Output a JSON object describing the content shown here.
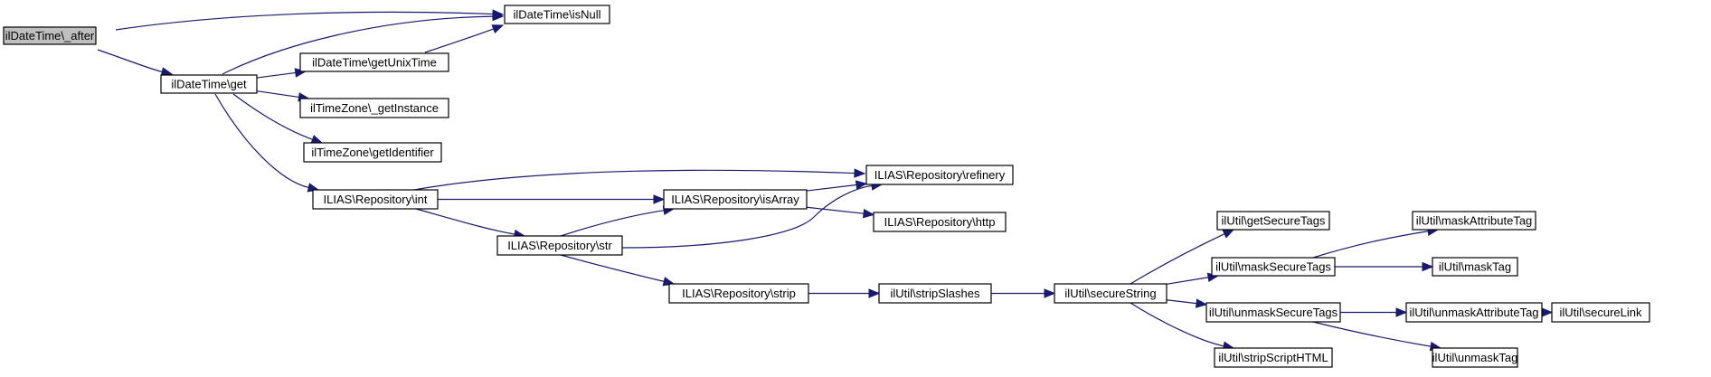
{
  "diagram": {
    "type": "call-graph",
    "edge_color": "#191970",
    "root_fill": "#bfbfbf",
    "node_fill": "#ffffff",
    "nodes": [
      {
        "id": "after",
        "label": "ilDateTime\\_after",
        "root": true
      },
      {
        "id": "isNull",
        "label": "ilDateTime\\isNull"
      },
      {
        "id": "get",
        "label": "ilDateTime\\get"
      },
      {
        "id": "getUnixTime",
        "label": "ilDateTime\\getUnixTime"
      },
      {
        "id": "tzGetInstance",
        "label": "ilTimeZone\\_getInstance"
      },
      {
        "id": "tzGetIdentifier",
        "label": "ilTimeZone\\getIdentifier"
      },
      {
        "id": "repoInt",
        "label": "ILIAS\\Repository\\int"
      },
      {
        "id": "repoRefinery",
        "label": "ILIAS\\Repository\\refinery"
      },
      {
        "id": "repoIsArray",
        "label": "ILIAS\\Repository\\isArray"
      },
      {
        "id": "repoHttp",
        "label": "ILIAS\\Repository\\http"
      },
      {
        "id": "repoStr",
        "label": "ILIAS\\Repository\\str"
      },
      {
        "id": "repoStrip",
        "label": "ILIAS\\Repository\\strip"
      },
      {
        "id": "stripSlashes",
        "label": "ilUtil\\stripSlashes"
      },
      {
        "id": "secureString",
        "label": "ilUtil\\secureString"
      },
      {
        "id": "getSecureTags",
        "label": "ilUtil\\getSecureTags"
      },
      {
        "id": "maskSecureTags",
        "label": "ilUtil\\maskSecureTags"
      },
      {
        "id": "unmaskSecureTags",
        "label": "ilUtil\\unmaskSecureTags"
      },
      {
        "id": "stripScriptHTML",
        "label": "ilUtil\\stripScriptHTML"
      },
      {
        "id": "maskAttributeTag",
        "label": "ilUtil\\maskAttributeTag"
      },
      {
        "id": "maskTag",
        "label": "ilUtil\\maskTag"
      },
      {
        "id": "unmaskAttributeTag",
        "label": "ilUtil\\unmaskAttributeTag"
      },
      {
        "id": "unmaskTag",
        "label": "ilUtil\\unmaskTag"
      },
      {
        "id": "secureLink",
        "label": "ilUtil\\secureLink"
      }
    ],
    "edges": [
      {
        "from": "after",
        "to": "isNull"
      },
      {
        "from": "after",
        "to": "get"
      },
      {
        "from": "get",
        "to": "isNull"
      },
      {
        "from": "get",
        "to": "getUnixTime"
      },
      {
        "from": "get",
        "to": "tzGetInstance"
      },
      {
        "from": "get",
        "to": "tzGetIdentifier"
      },
      {
        "from": "get",
        "to": "repoInt"
      },
      {
        "from": "getUnixTime",
        "to": "isNull"
      },
      {
        "from": "repoInt",
        "to": "repoRefinery"
      },
      {
        "from": "repoInt",
        "to": "repoIsArray"
      },
      {
        "from": "repoInt",
        "to": "repoStr"
      },
      {
        "from": "repoIsArray",
        "to": "repoRefinery"
      },
      {
        "from": "repoIsArray",
        "to": "repoHttp"
      },
      {
        "from": "repoStr",
        "to": "repoIsArray"
      },
      {
        "from": "repoStr",
        "to": "repoRefinery"
      },
      {
        "from": "repoStr",
        "to": "repoStrip"
      },
      {
        "from": "repoStrip",
        "to": "stripSlashes"
      },
      {
        "from": "stripSlashes",
        "to": "secureString"
      },
      {
        "from": "secureString",
        "to": "getSecureTags"
      },
      {
        "from": "secureString",
        "to": "maskSecureTags"
      },
      {
        "from": "secureString",
        "to": "unmaskSecureTags"
      },
      {
        "from": "secureString",
        "to": "stripScriptHTML"
      },
      {
        "from": "maskSecureTags",
        "to": "maskAttributeTag"
      },
      {
        "from": "maskSecureTags",
        "to": "maskTag"
      },
      {
        "from": "unmaskSecureTags",
        "to": "unmaskAttributeTag"
      },
      {
        "from": "unmaskSecureTags",
        "to": "unmaskTag"
      },
      {
        "from": "unmaskAttributeTag",
        "to": "secureLink"
      }
    ]
  }
}
